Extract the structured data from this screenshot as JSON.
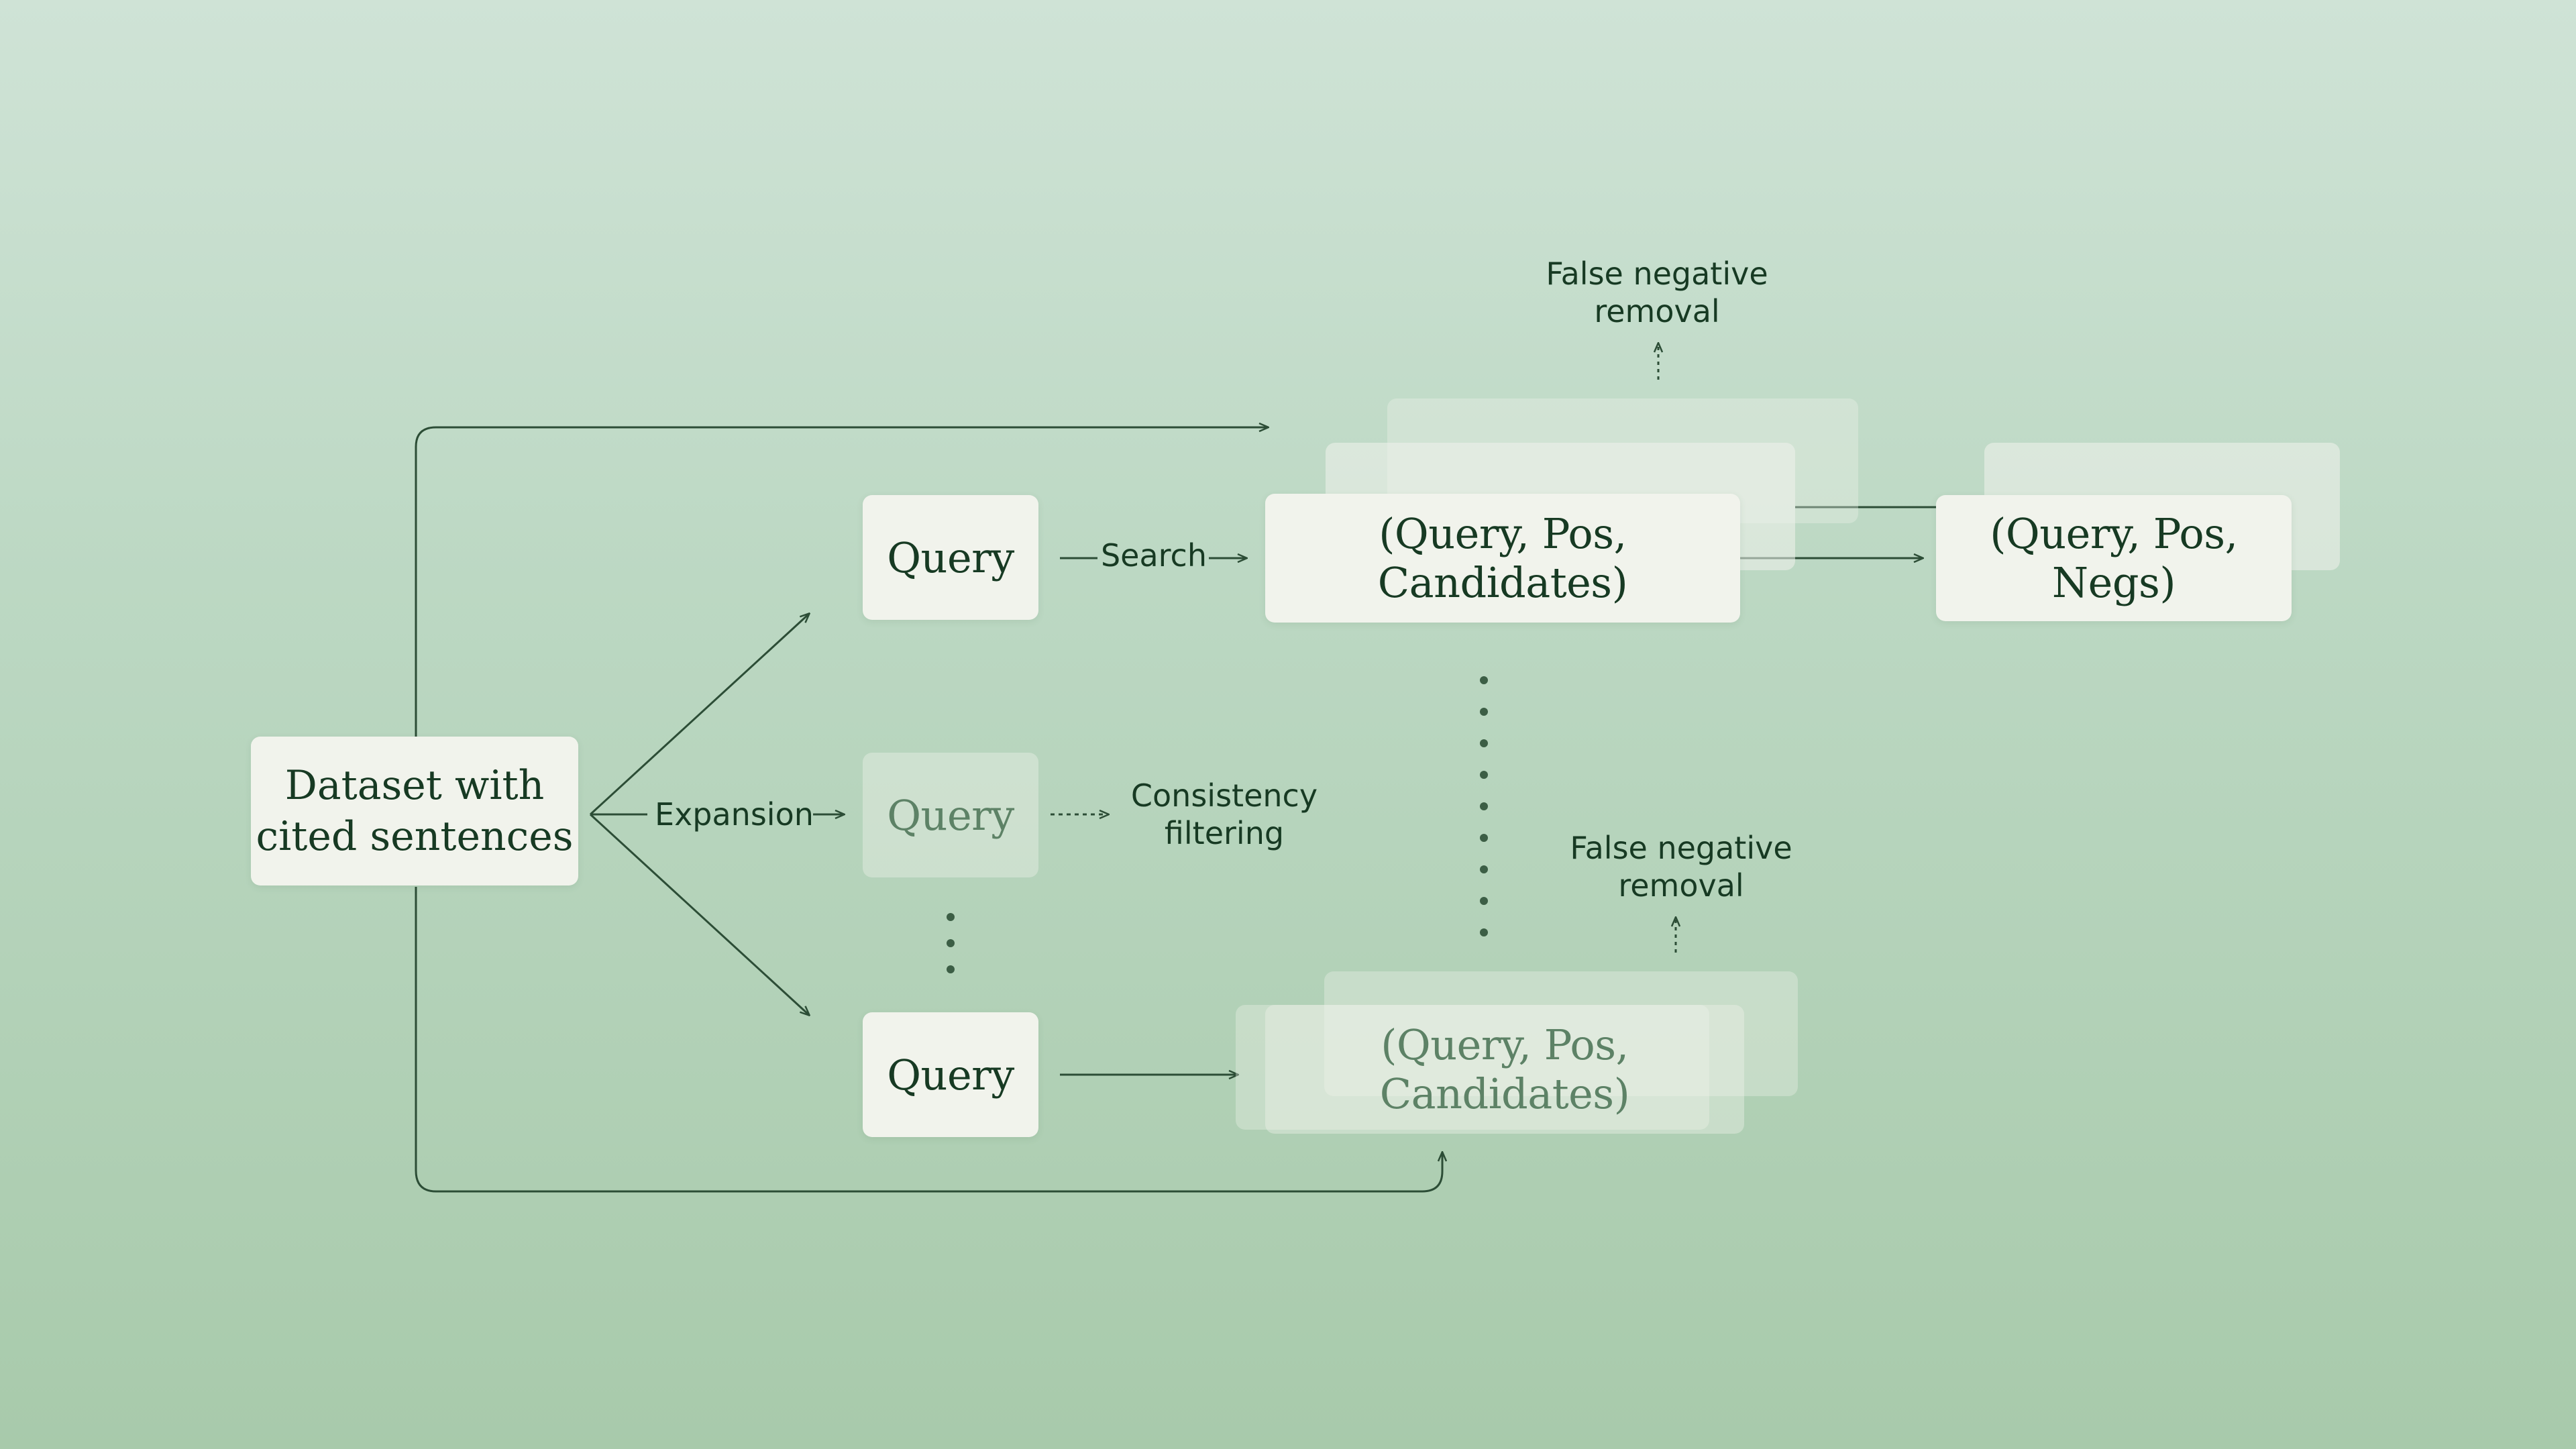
{
  "diagram": {
    "dataset_node": {
      "line1": "Dataset with",
      "line2": "cited sentences"
    },
    "query_label": "Query",
    "expansion_label": "Expansion",
    "search_label": "Search",
    "consistency_label": {
      "line1": "Consistency",
      "line2": "filtering"
    },
    "candidates_label": "(Query, Pos, Candidates)",
    "negs_label": "(Query, Pos, Negs)",
    "false_negative_label": {
      "line1": "False negative",
      "line2": "removal"
    }
  },
  "colors": {
    "background_top": "#cfe3d6",
    "background_bottom": "#a8caab",
    "card": "#f1f3ec",
    "text": "#173a23",
    "line": "#2c4d36"
  }
}
